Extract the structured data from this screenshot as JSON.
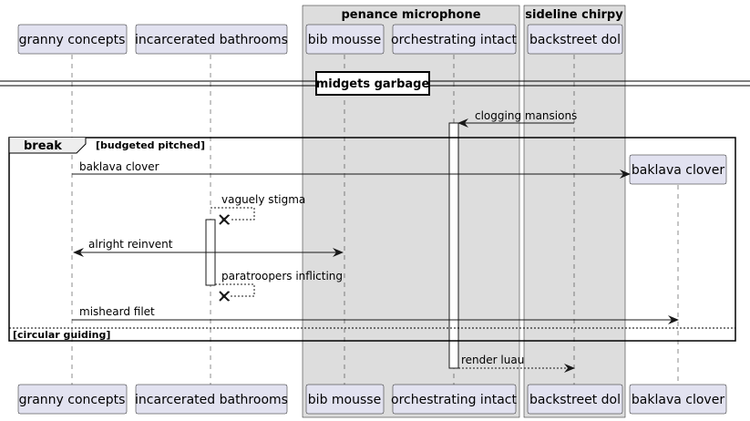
{
  "groups": [
    {
      "id": "g1",
      "label": "penance microphone"
    },
    {
      "id": "g2",
      "label": "sideline chirpy"
    }
  ],
  "participants": [
    {
      "id": "p1",
      "label": "granny concepts"
    },
    {
      "id": "p2",
      "label": "incarcerated bathrooms"
    },
    {
      "id": "p3",
      "label": "bib mousse"
    },
    {
      "id": "p4",
      "label": "orchestrating intact"
    },
    {
      "id": "p5",
      "label": "backstreet dol"
    },
    {
      "id": "p6",
      "label": "baklava clover"
    }
  ],
  "divider": {
    "label": "midgets garbage"
  },
  "fragment": {
    "keyword": "break",
    "condition": "[budgeted pitched]",
    "else_condition": "[circular guiding]"
  },
  "messages": [
    {
      "id": "m1",
      "label": "clogging mansions"
    },
    {
      "id": "m2",
      "label": "baklava clover"
    },
    {
      "id": "m3",
      "label": "vaguely stigma"
    },
    {
      "id": "m4",
      "label": "alright reinvent"
    },
    {
      "id": "m5",
      "label": "paratroopers inflicting"
    },
    {
      "id": "m6",
      "label": "misheard filet"
    },
    {
      "id": "m7",
      "label": "render luau"
    }
  ]
}
